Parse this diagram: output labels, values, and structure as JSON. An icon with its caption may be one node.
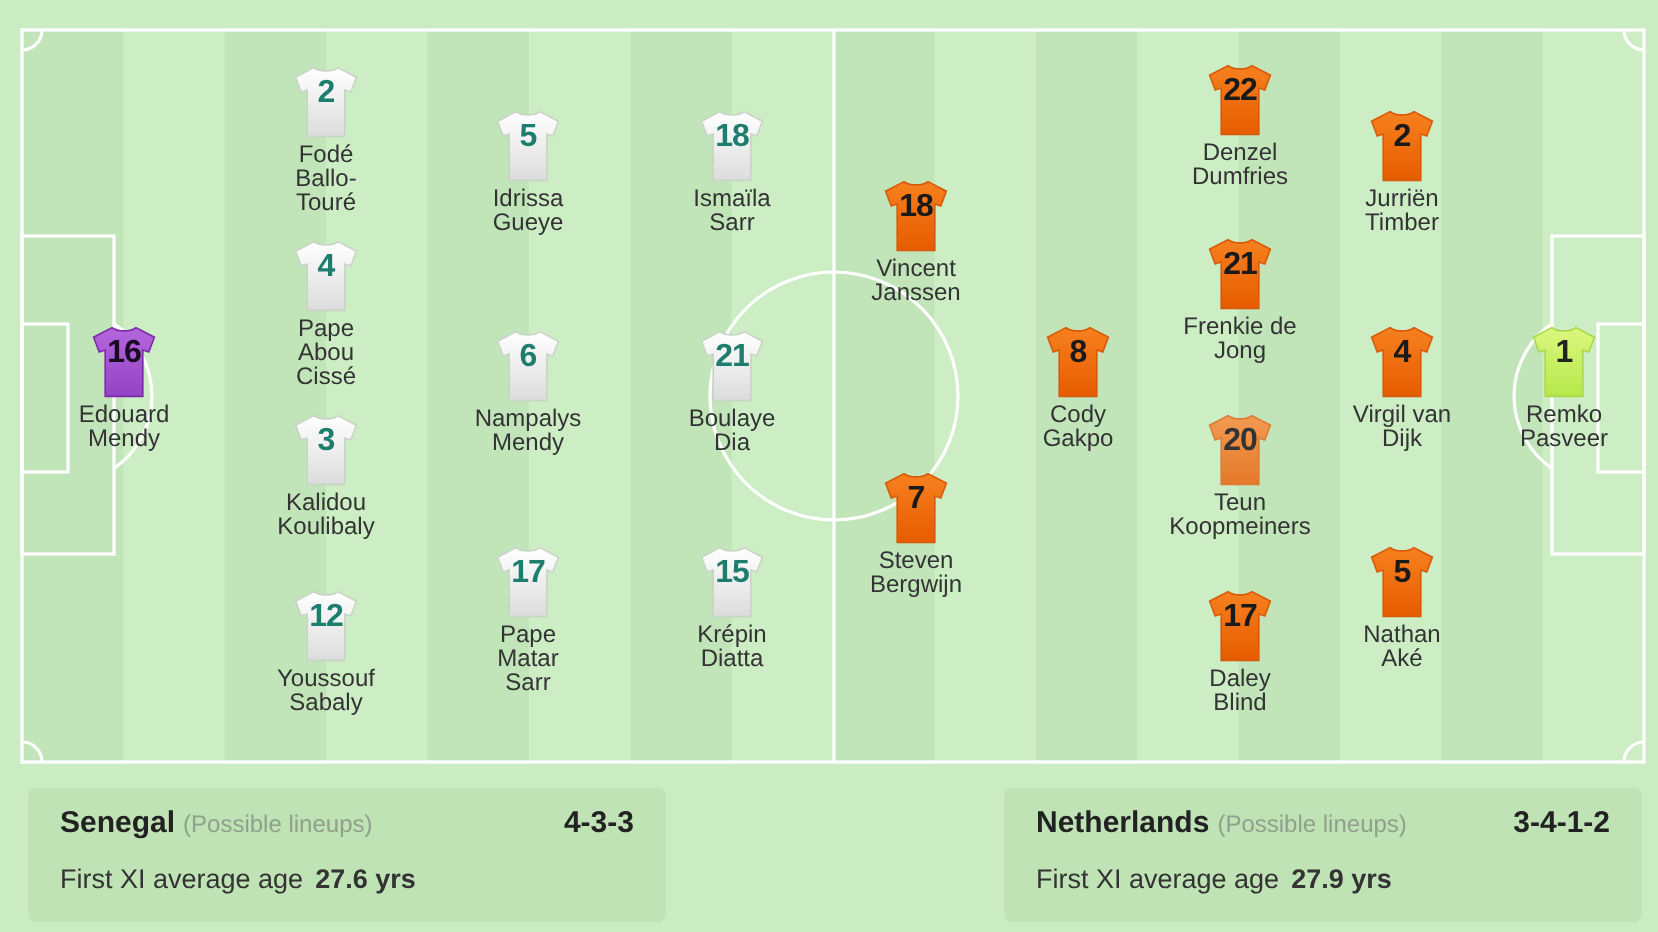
{
  "diagram": {
    "nodes": [
      {
        "text": [
          "16"
        ],
        "beside": [
          "Edouard Mendy"
        ]
      },
      {
        "text": [
          "2"
        ],
        "beside": [
          "Fodé Ballo-Touré"
        ]
      },
      {
        "text": [
          "4"
        ],
        "beside": [
          "Pape Abou Cissé"
        ]
      },
      {
        "text": [
          "3"
        ],
        "beside": [
          "Kalidou Koulibaly"
        ]
      },
      {
        "text": [
          "12"
        ],
        "beside": [
          "Youssouf Sabaly"
        ]
      },
      {
        "text": [
          "5"
        ],
        "beside": [
          "Idrissa Gueye"
        ]
      },
      {
        "text": [
          "6"
        ],
        "beside": [
          "Nampalys Mendy"
        ]
      },
      {
        "text": [
          "17"
        ],
        "beside": [
          "Pape Matar Sarr"
        ]
      },
      {
        "text": [
          "18"
        ],
        "beside": [
          "Ismaïla Sarr"
        ]
      },
      {
        "text": [
          "21"
        ],
        "beside": [
          "Boulaye Dia"
        ]
      },
      {
        "text": [
          "15"
        ],
        "beside": [
          "Krépin Diatta"
        ]
      },
      {
        "text": [
          "18"
        ],
        "beside": [
          "Vincent Janssen"
        ]
      },
      {
        "text": [
          "7"
        ],
        "beside": [
          "Steven Bergwijn"
        ]
      },
      {
        "text": [
          "8"
        ],
        "beside": [
          "Cody Gakpo"
        ]
      },
      {
        "text": [
          "22"
        ],
        "beside": [
          "Denzel Dumfries"
        ]
      },
      {
        "text": [
          "21"
        ],
        "beside": [
          "Frenkie de Jong"
        ]
      },
      {
        "text": [
          "20"
        ],
        "beside": [
          "Teun Koopmeiners"
        ]
      },
      {
        "text": [
          "17"
        ],
        "beside": [
          "Daley Blind"
        ]
      },
      {
        "text": [
          "2"
        ],
        "beside": [
          "Jurriën Timber"
        ]
      },
      {
        "text": [
          "4"
        ],
        "beside": [
          "Virgil van Dijk"
        ]
      },
      {
        "text": [
          "5"
        ],
        "beside": [
          "Nathan Aké"
        ]
      },
      {
        "text": [
          "1"
        ],
        "beside": [
          "Remko Pasveer"
        ]
      },
      {
        "text": [
          "Senegal",
          "(Possible lineups)",
          "4-3-3",
          "First XI average age",
          "27.6 yrs"
        ]
      },
      {
        "text": [
          "Netherlands",
          "(Possible lineups)",
          "3-4-1-2",
          "First XI average age",
          "27.9 yrs"
        ]
      }
    ]
  }
}
